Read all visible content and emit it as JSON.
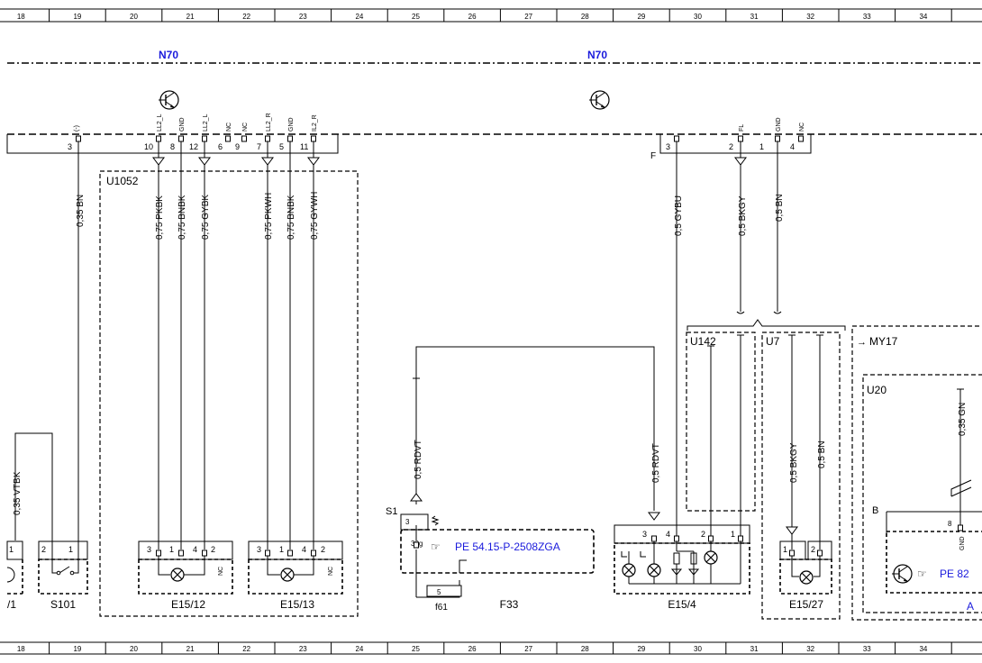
{
  "grid": {
    "columns": [
      "18",
      "19",
      "20",
      "21",
      "22",
      "23",
      "24",
      "25",
      "26",
      "27",
      "28",
      "29",
      "30",
      "31",
      "32",
      "33",
      "34"
    ]
  },
  "modules": {
    "n70_left": "N70",
    "n70_right": "N70"
  },
  "connector": {
    "pins_left": [
      {
        "label": "(-)",
        "num": "3"
      },
      {
        "label": "LL2_L",
        "num": "10"
      },
      {
        "label": "GND",
        "num": "8"
      },
      {
        "label": "LL2_L",
        "num": "12"
      },
      {
        "label": "NC",
        "num": "6"
      },
      {
        "label": "NC",
        "num": "9"
      },
      {
        "label": "LL2_R",
        "num": "7"
      },
      {
        "label": "GND",
        "num": "5"
      },
      {
        "label": "IL2_R",
        "num": "11"
      }
    ],
    "pins_right": [
      {
        "label": "",
        "num": "3"
      },
      {
        "label": "FL",
        "num": "2"
      },
      {
        "label": "",
        "num": "1"
      },
      {
        "label": "GND",
        "num": ""
      },
      {
        "label": "NC",
        "num": "4"
      }
    ],
    "letter_f": "F"
  },
  "wires": {
    "w1": "0,35 BN",
    "w2": "0,75 PKBK",
    "w3": "0,75 BNBK",
    "w4": "0,75 GYBK",
    "w5": "0,75 PKWH",
    "w6": "0,75 BNBK",
    "w7": "0,75 GYWH",
    "w8": "0,5 GYBU",
    "w9": "0,5 BKGY",
    "w10": "0,5 BN",
    "w11": "0,35 VTBK",
    "w12": "0,5 RDVT",
    "w13": "0,5 RDVT",
    "w14": "0,5 BKGY",
    "w15": "0,5 BN",
    "w16": "0,35 GN"
  },
  "boxes": {
    "u1052": "U1052",
    "u142": "U142",
    "u7": "U7",
    "my17": "MY17",
    "u20": "U20"
  },
  "components": {
    "e15_12": "E15/12",
    "e15_13": "E15/13",
    "e15_4": "E15/4",
    "e15_27": "E15/27",
    "s101": "S101",
    "left_cut": "/1",
    "f33": "F33",
    "f61": "f61",
    "s1": "S1",
    "fuse_num": "5",
    "b": "B",
    "a_cut": "A"
  },
  "refs": {
    "pe_main": "PE 54.15-P-2508ZGA",
    "pe_right": "PE 82"
  },
  "pin_nums": {
    "e12": [
      "3",
      "1",
      "4",
      "2"
    ],
    "e13": [
      "3",
      "1",
      "4",
      "2"
    ],
    "e4": [
      "3",
      "4",
      "2",
      "1"
    ],
    "e27": [
      "1",
      "2"
    ],
    "s101": [
      "2",
      "1"
    ],
    "left": "1",
    "s1_3": "3",
    "s1_30g": "30g",
    "u20_8": "8",
    "u20_gnd": "GND",
    "nc": "NC"
  }
}
